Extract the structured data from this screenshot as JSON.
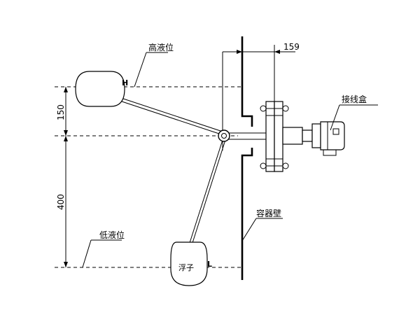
{
  "labels": {
    "high_level": "高液位",
    "high_marker": "H",
    "low_level": "低液位",
    "low_marker": "L",
    "float": "浮子",
    "junction_box": "接线盒",
    "container_wall": "容器壁"
  },
  "dimensions": {
    "offset_159": "159",
    "span_150": "150",
    "span_400": "400"
  }
}
